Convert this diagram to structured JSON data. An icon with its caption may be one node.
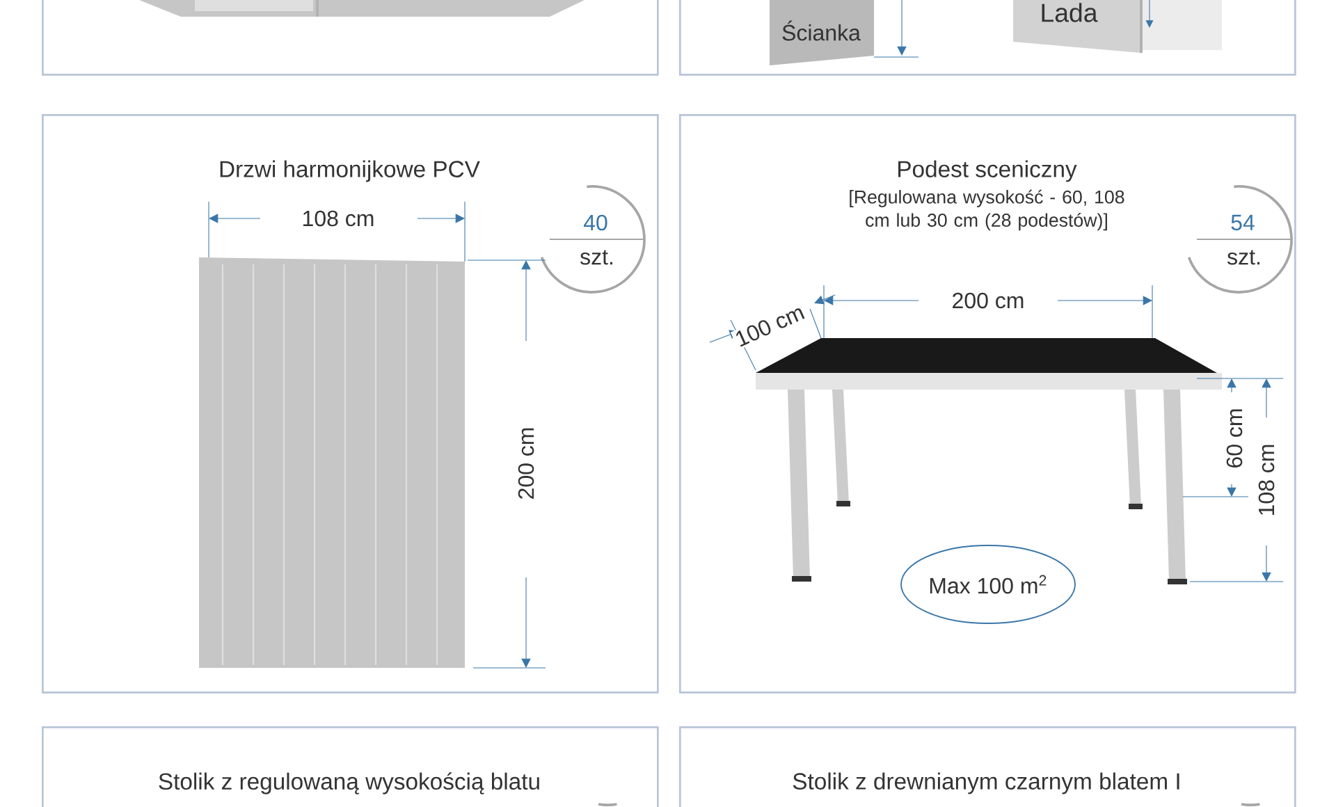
{
  "diagram": {
    "nodes": [
      {
        "text": [],
        "shape": "box"
      },
      {
        "text": [],
        "shape": "box"
      },
      {
        "text": [
          "Ścianka"
        ],
        "in": 1
      },
      {
        "text": [
          "Lada"
        ],
        "in": 1
      },
      {
        "text": [
          "Drzwi harmonijkowe PCV"
        ]
      },
      {
        "text": [
          "40",
          "szt."
        ],
        "in": 4
      },
      {
        "text": [
          "Podest sceniczny",
          "[Regulowana wysokość - 60, 108 cm lub 30 cm (28 podestów)]"
        ]
      },
      {
        "text": [
          "54",
          "szt."
        ],
        "in": 6
      },
      {
        "text": [
          "Max 100 m$^{2}$"
        ],
        "in": 6
      },
      {
        "text": [
          "Stolik z regulowaną wysokością blatu"
        ]
      },
      {
        "text": [
          "Stolik z drewnianym czarnym blatem I"
        ]
      }
    ],
    "labels": [
      "108 cm",
      "200 cm",
      "100 cm",
      "200 cm",
      "60 cm",
      "108 cm"
    ]
  }
}
